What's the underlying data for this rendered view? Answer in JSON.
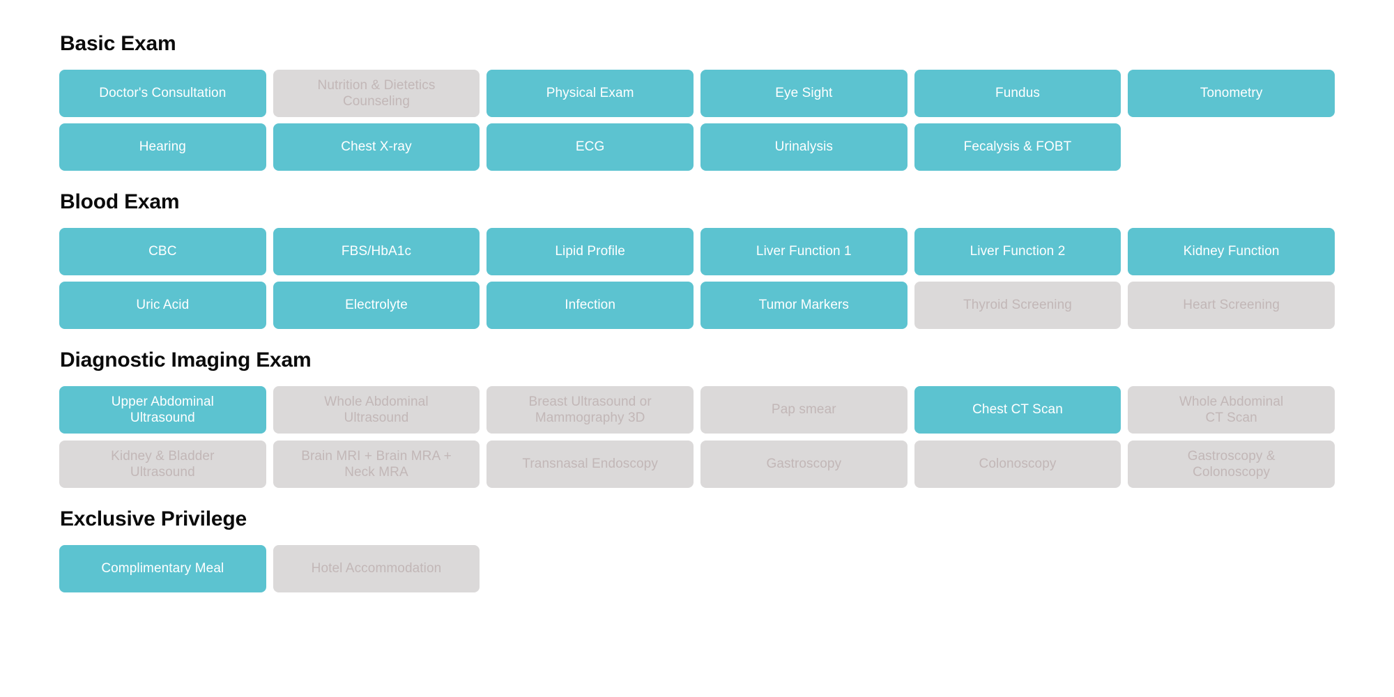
{
  "theme": {
    "active_color": "#5cc3d0",
    "active_text_color": "#ffffff",
    "inactive_color": "#dbd9d9",
    "inactive_text_color": "#c2b7b7",
    "heading_color": "#0b0b0b",
    "page_background": "#ffffff"
  },
  "sections": [
    {
      "id": "basic-exam",
      "title": "Basic Exam",
      "columns": 6,
      "items": [
        {
          "label": "Doctor's Consultation",
          "included": true
        },
        {
          "label": "Nutrition & Dietetics\nCounseling",
          "included": false
        },
        {
          "label": "Physical Exam",
          "included": true
        },
        {
          "label": "Eye Sight",
          "included": true
        },
        {
          "label": "Fundus",
          "included": true
        },
        {
          "label": "Tonometry",
          "included": true
        },
        {
          "label": "Hearing",
          "included": true
        },
        {
          "label": "Chest X-ray",
          "included": true
        },
        {
          "label": "ECG",
          "included": true
        },
        {
          "label": "Urinalysis",
          "included": true
        },
        {
          "label": "Fecalysis & FOBT",
          "included": true
        },
        {
          "label": "",
          "included": null
        }
      ]
    },
    {
      "id": "blood-exam",
      "title": "Blood Exam",
      "columns": 6,
      "items": [
        {
          "label": "CBC",
          "included": true
        },
        {
          "label": "FBS/HbA1c",
          "included": true
        },
        {
          "label": "Lipid Profile",
          "included": true
        },
        {
          "label": "Liver Function 1",
          "included": true
        },
        {
          "label": "Liver Function 2",
          "included": true
        },
        {
          "label": "Kidney Function",
          "included": true
        },
        {
          "label": "Uric Acid",
          "included": true
        },
        {
          "label": "Electrolyte",
          "included": true
        },
        {
          "label": "Infection",
          "included": true
        },
        {
          "label": "Tumor Markers",
          "included": true
        },
        {
          "label": "Thyroid Screening",
          "included": false
        },
        {
          "label": "Heart Screening",
          "included": false
        }
      ]
    },
    {
      "id": "diagnostic-imaging-exam",
      "title": "Diagnostic Imaging Exam",
      "columns": 6,
      "items": [
        {
          "label": "Upper Abdominal\nUltrasound",
          "included": true
        },
        {
          "label": "Whole Abdominal\nUltrasound",
          "included": false
        },
        {
          "label": "Breast Ultrasound or\nMammography 3D",
          "included": false
        },
        {
          "label": "Pap smear",
          "included": false
        },
        {
          "label": "Chest CT Scan",
          "included": true
        },
        {
          "label": "Whole Abdominal\nCT Scan",
          "included": false
        },
        {
          "label": "Kidney & Bladder\nUltrasound",
          "included": false
        },
        {
          "label": "Brain MRI + Brain MRA +\nNeck MRA",
          "included": false
        },
        {
          "label": "Transnasal Endoscopy",
          "included": false
        },
        {
          "label": "Gastroscopy",
          "included": false
        },
        {
          "label": "Colonoscopy",
          "included": false
        },
        {
          "label": "Gastroscopy &\nColonoscopy",
          "included": false
        }
      ]
    },
    {
      "id": "exclusive-privilege",
      "title": "Exclusive Privilege",
      "columns": 6,
      "items": [
        {
          "label": "Complimentary Meal",
          "included": true
        },
        {
          "label": "Hotel Accommodation",
          "included": false
        }
      ]
    }
  ]
}
